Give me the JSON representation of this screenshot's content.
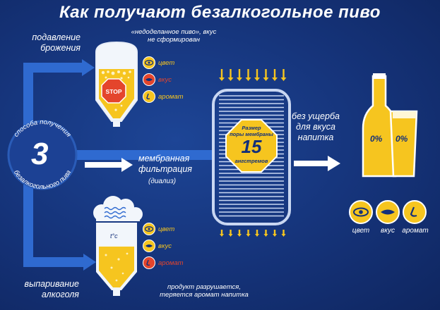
{
  "title": "Как получают безалкогольное пиво",
  "center": {
    "number": "3",
    "arc_top": "способа получения",
    "arc_bottom": "безалкогольного пива"
  },
  "methods": {
    "fermentation": {
      "label": [
        "подавление",
        "брожения"
      ],
      "note": [
        "«недоделанное пиво», вкус",
        "не сформирован"
      ],
      "stop_sign": "STOP",
      "props": [
        "цвет",
        "вкус",
        "аромат"
      ]
    },
    "filtration": {
      "label": [
        "мембранная",
        "фильтрация"
      ],
      "sub": "(диализ)",
      "membrane": {
        "caption": [
          "Размер",
          "поры мембраны"
        ],
        "value": "15",
        "unit": "ангстремов"
      }
    },
    "evaporation": {
      "label": [
        "выпаривание",
        "алкоголя"
      ],
      "temp": "t°c",
      "props": [
        "цвет",
        "вкус",
        "аромат"
      ],
      "note": [
        "продукт разрушается,",
        "теряется аромат напитка"
      ]
    }
  },
  "result": {
    "label": [
      "без ущерба",
      "для вкуса",
      "напитка"
    ],
    "percent": "0%",
    "props": [
      "цвет",
      "вкус",
      "аромат"
    ]
  },
  "colors": {
    "background": "#16357c",
    "accent_yellow": "#f6c51f",
    "warning_red": "#e4452c",
    "flow_blue": "#2d67c9"
  }
}
